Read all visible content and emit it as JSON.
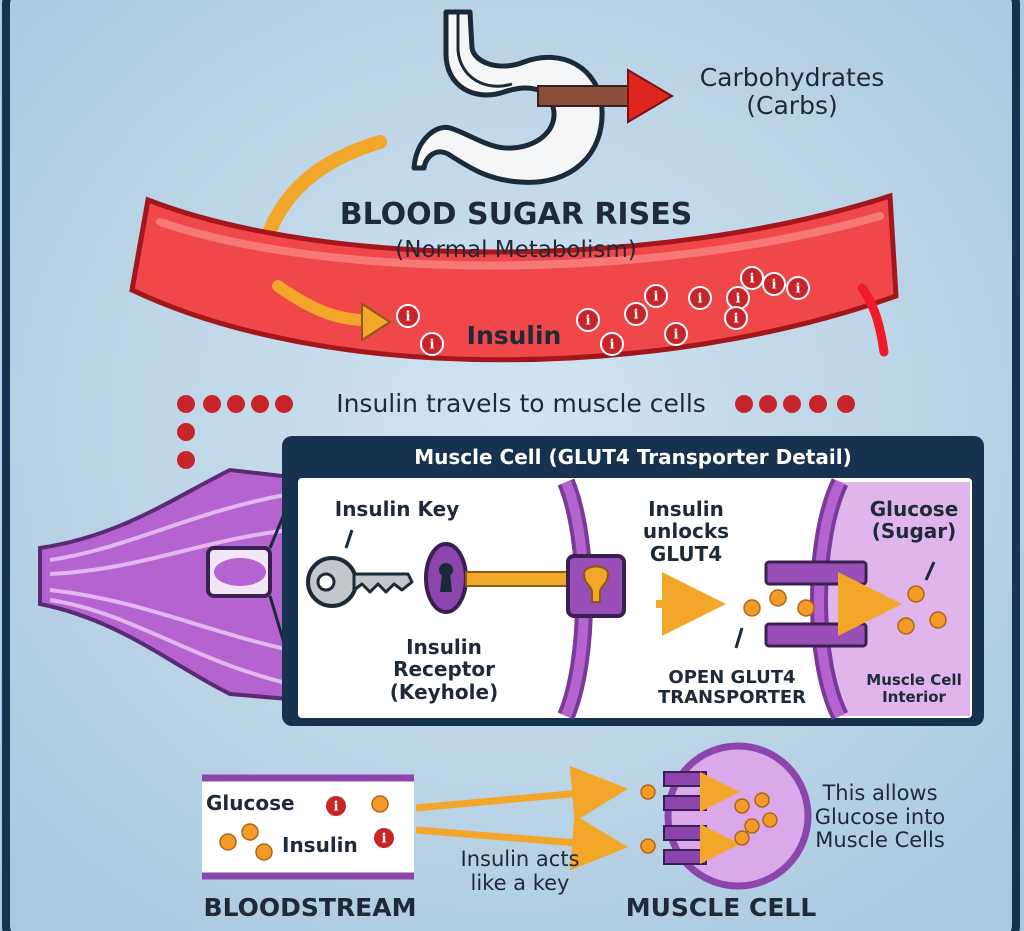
{
  "stomach": {
    "output_label_line1": "Carbohydrates",
    "output_label_line2": "(Carbs)"
  },
  "vessel": {
    "title": "BLOOD SUGAR RISES",
    "subtitle": "(Normal Metabolism)",
    "insulin_label": "Insulin",
    "insulin_icon_glyph": "i"
  },
  "travel": {
    "label": "Insulin travels to muscle cells"
  },
  "detail_panel": {
    "header": "Muscle Cell (GLUT4 Transporter Detail)",
    "key_label": "Insulin Key",
    "receptor_line1": "Insulin",
    "receptor_line2": "Receptor",
    "receptor_line3": "(Keyhole)",
    "unlock_line1": "Insulin",
    "unlock_line2": "unlocks",
    "unlock_line3": "GLUT4",
    "transporter_line1": "OPEN GLUT4",
    "transporter_line2": "TRANSPORTER",
    "glucose_line1": "Glucose",
    "glucose_line2": "(Sugar)",
    "interior_line1": "Muscle Cell",
    "interior_line2": "Interior"
  },
  "summary": {
    "bloodstream_glucose": "Glucose",
    "bloodstream_insulin": "Insulin",
    "bloodstream_caption": "BLOODSTREAM",
    "key_line1": "Insulin acts",
    "key_line2": "like a key",
    "muscle_caption": "MUSCLE CELL",
    "allows_line1": "This allows",
    "allows_line2": "Glucose into",
    "allows_line3": "Muscle Cells"
  },
  "colors": {
    "background": "#b9d4e8",
    "border": "#16324f",
    "vessel_red": "#f0484a",
    "vessel_dark": "#a3171c",
    "arrow_orange": "#f2a72a",
    "insulin_red": "#c8252a",
    "glucose_orange": "#f39a27",
    "cell_purple": "#9a4fb8",
    "cell_light": "#d9a9e6",
    "text_dark": "#1e2a38"
  }
}
